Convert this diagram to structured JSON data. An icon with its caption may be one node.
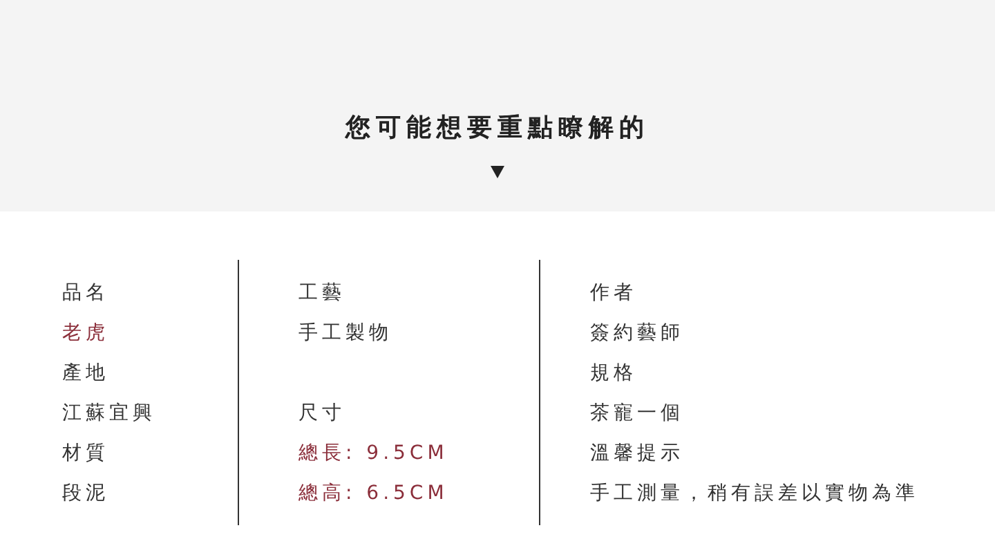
{
  "diagram": {
    "title": "您可能想要重點瞭解的",
    "labels": [
      "品名",
      "工藝",
      "作者",
      "老虎",
      "手工製物",
      "簽約藝師",
      "產地",
      "規格",
      "江蘇宜興",
      "尺寸",
      "茶寵一個",
      "材質",
      "總長: 9.5CM",
      "溫馨提示",
      "段泥",
      "總高: 6.5CM",
      "手工測量，稍有誤差以實物為準"
    ]
  }
}
